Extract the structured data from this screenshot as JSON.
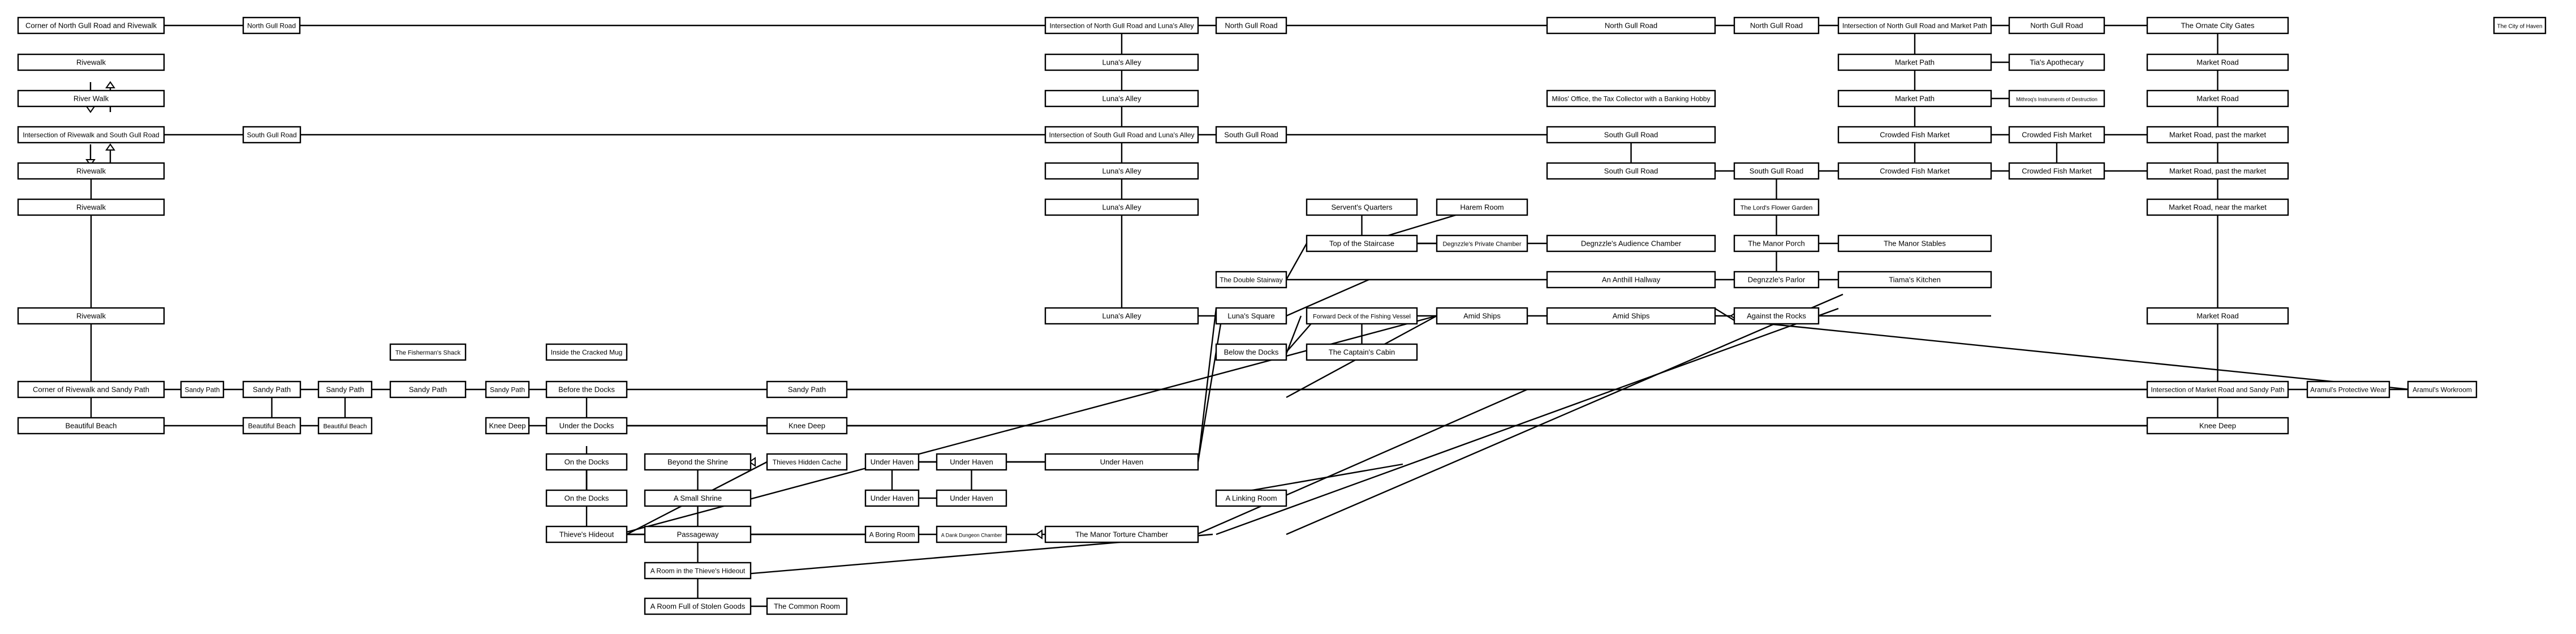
{
  "rooms": {
    "r1": "Corner of North Gull Road and Rivewalk",
    "r2": "North Gull Road",
    "r3": "Intersection of North Gull Road and Luna's Alley",
    "r4": "North Gull Road",
    "r5": "North Gull Road",
    "r6": "North Gull Road",
    "r7": "Intersection of North Gull Road and Market Path",
    "r8": "North Gull Road",
    "r9": "The Ornate City Gates",
    "r10": "The City of Haven",
    "r11": "Rivewalk",
    "r12": "Luna's Alley",
    "r13": "Market Path",
    "r14": "Tia's Apothecary",
    "r15": "Market Road",
    "r16": "River Walk",
    "r17": "Luna's Alley",
    "r18": "Milos' Office, the Tax Collector with a Banking Hobby",
    "r19": "Market Path",
    "r20": "Mithroq's Instruments of Destruction",
    "r21": "Market Road",
    "r22": "Intersection of Rivewalk and South Gull Road",
    "r23": "South Gull Road",
    "r24": "Intersection of South Gull Road and Luna's Alley",
    "r25": "South Gull Road",
    "r26": "South Gull Road",
    "r27": "Crowded Fish Market",
    "r28": "Crowded Fish Market",
    "r29": "Market Road, past the market",
    "r30": "Rivewalk",
    "r31": "Luna's Alley",
    "r32": "South Gull Road",
    "r33": "South Gull Road",
    "r34": "Crowded Fish Market",
    "r35": "Crowded Fish Market",
    "r36": "Market Road, past the market",
    "r37": "Rivewalk",
    "r38": "Luna's Alley",
    "r39": "Servent's Quarters",
    "r40": "Harem Room",
    "r41": "The Lord's Flower Garden",
    "r42": "Market Road, near the market",
    "r43": "Top of the Staircase",
    "r44": "Degnzzle's Private Chamber",
    "r45": "Degnzzle's Audience Chamber",
    "r46": "The Manor Porch",
    "r47": "The Manor Stables",
    "r48": "The Double Stairway",
    "r49": "An Anthill Hallway",
    "r50": "Degnzzle's Parlor",
    "r51": "Tiama's Kitchen",
    "r52": "Rivewalk",
    "r53": "Luna's Alley",
    "r54": "Luna's Square",
    "r55": "Forward Deck of the Fishing Vessel",
    "r56": "Amid Ships",
    "r57": "Amid Ships",
    "r58": "Against the Rocks",
    "r59": "Market Road",
    "r60": "The Fisherman's Shack",
    "r61": "Inside the Cracked Mug",
    "r62": "Below the Docks",
    "r63": "The Captain's Cabin",
    "r64": "Corner of Rivewalk and Sandy Path",
    "r65": "Sandy Path",
    "r66": "Sandy Path",
    "r67": "Sandy Path",
    "r68": "Sandy Path",
    "r69": "Sandy Path",
    "r70": "Before the Docks",
    "r71": "Sandy Path",
    "r72": "Intersection of Market Road and Sandy Path",
    "r73": "Aramul's Protective Wear",
    "r74": "Aramul's Workroom",
    "r75": "Beautiful Beach",
    "r76": "Beautiful Beach",
    "r77": "Beautiful Beach",
    "r78": "Knee Deep",
    "r79": "Under the Docks",
    "r80": "Knee Deep",
    "r81": "Knee Deep",
    "r82": "On the Docks",
    "r83": "Beyond the Shrine",
    "r84": "Thieves Hidden Cache",
    "r85": "Under Haven",
    "r86": "Under Haven",
    "r87": "Under Haven",
    "r88": "On the Docks",
    "r89": "A Small Shrine",
    "r90": "Under Haven",
    "r91": "Under Haven",
    "r92": "A Linking Room",
    "r93": "Thieve's Hideout",
    "r94": "Passageway",
    "r95": "A Boring Room",
    "r96": "A Dank Dungeon Chamber",
    "r97": "The Manor Torture Chamber",
    "r98": "A Room in the Thieve's Hideout",
    "r99": "A Room Full of Stolen Goods",
    "r100": "The Common Room"
  }
}
